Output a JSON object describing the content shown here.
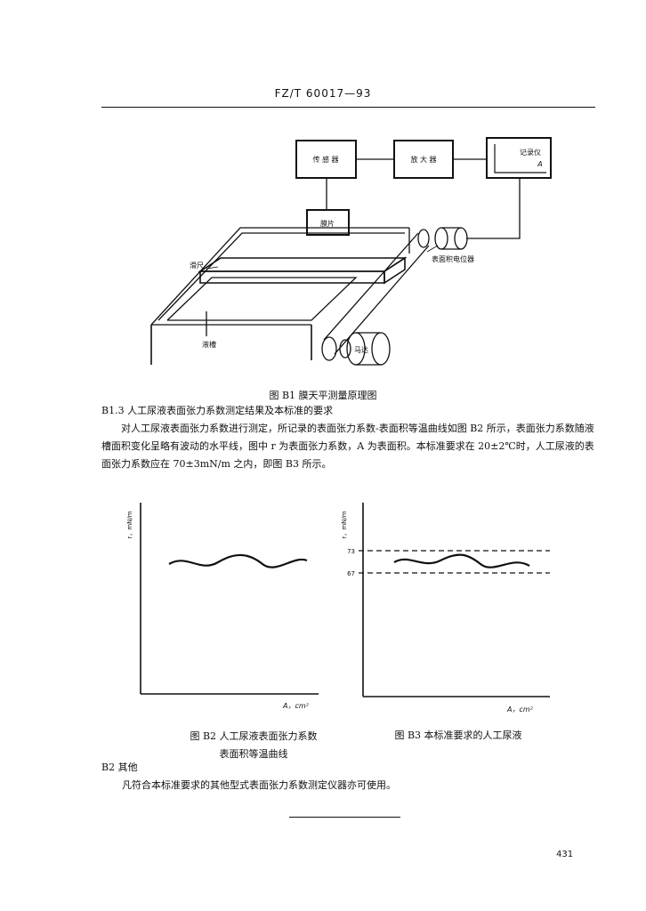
{
  "header": {
    "standard_code": "FZ/T 60017—93"
  },
  "figure_b1": {
    "caption": "图 B1   膜天平测量原理图",
    "labels": {
      "sensor": "传 感 器",
      "amplifier": "放 大 器",
      "recorder": "记录仪",
      "recorder_a": "A",
      "membrane": "膜片",
      "area_pot": "表面积电位器",
      "slider": "滑尺",
      "liquid": "液槽",
      "motor": "马达"
    }
  },
  "section_b13": {
    "heading": "B1.3   人工尿液表面张力系数测定结果及本标准的要求",
    "paragraph": "对人工尿液表面张力系数进行测定，所记录的表面张力系数-表面积等温曲线如图 B2 所示，表面张力系数随液槽面积变化呈略有波动的水平线，图中 r 为表面张力系数，A 为表面积。本标准要求在 20±2℃时，人工尿液的表面张力系数应在 70±3mN/m 之内，即图 B3 所示。"
  },
  "figure_b2": {
    "ylabel": "r，mN/m",
    "xlabel": "A，cm²",
    "caption_line1": "图 B2   人工尿液表面张力系数",
    "caption_line2": "表面积等温曲线"
  },
  "figure_b3": {
    "ylabel": "r，mN/m",
    "xlabel": "A，cm²",
    "tick_upper": "73",
    "tick_lower": "67",
    "caption": "图 B3   本标准要求的人工尿液"
  },
  "section_b2": {
    "heading": "B2   其他",
    "paragraph": "凡符合本标准要求的其他型式表面张力系数测定仪器亦可使用。"
  },
  "footer": {
    "page_number": "431"
  }
}
